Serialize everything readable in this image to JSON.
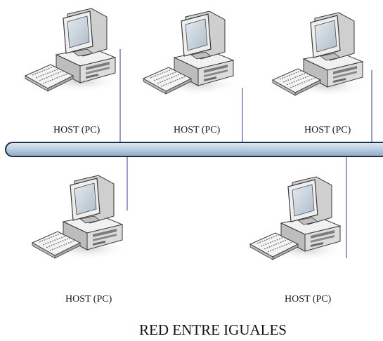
{
  "diagram": {
    "title": "RED ENTRE IGUALES",
    "hosts": [
      {
        "label": "HOST (PC)"
      },
      {
        "label": "HOST (PC)"
      },
      {
        "label": "HOST (PC)"
      },
      {
        "label": "HOST (PC)"
      },
      {
        "label": "HOST (PC)"
      }
    ],
    "colors": {
      "bus_fill": "#b8cde0",
      "bus_stroke": "#1f2f4a",
      "link": "#5a5aa8",
      "computer_body": "#e6e6e6",
      "computer_shade": "#a9a9a9",
      "computer_outline": "#3a3a3a",
      "screen": "#c9d3dc"
    }
  }
}
